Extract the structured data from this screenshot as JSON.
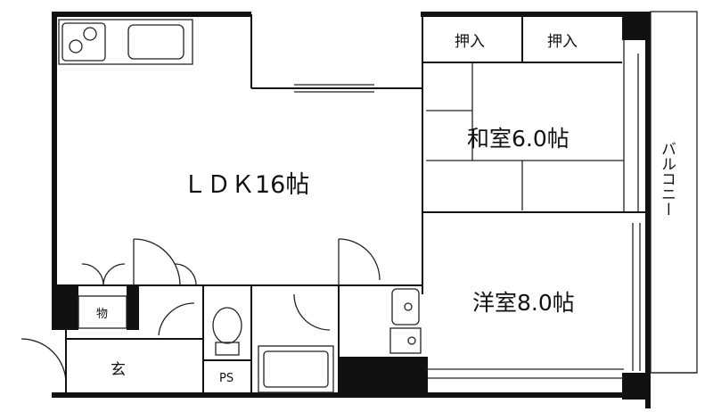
{
  "rooms": {
    "ldk": "ＬＤＫ16帖",
    "washitsu": "和室6.0帖",
    "yoshitsu": "洋室8.0帖",
    "oshiire_left": "押入",
    "oshiire_right": "押入",
    "balcony": "バルコニー",
    "storage": "物",
    "entrance": "玄",
    "ps": "PS"
  }
}
